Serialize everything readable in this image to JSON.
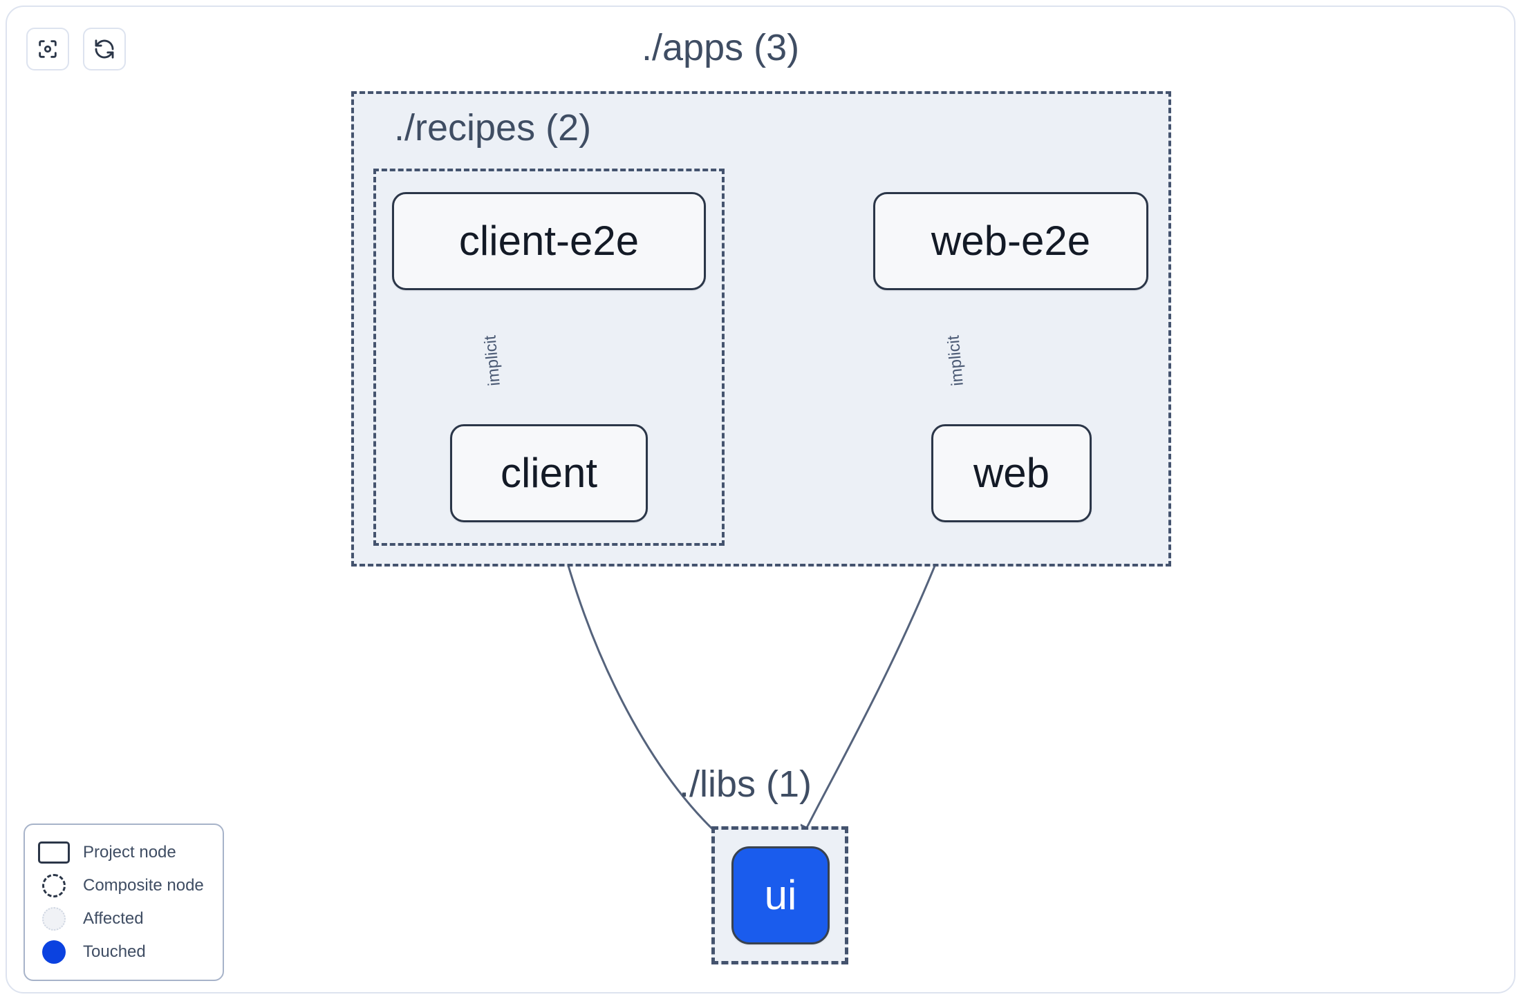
{
  "toolbar": {
    "buttons": [
      {
        "name": "focus-icon",
        "label": "Focus graph"
      },
      {
        "name": "refresh-icon",
        "label": "Refresh graph"
      }
    ]
  },
  "graph": {
    "groups": [
      {
        "id": "apps",
        "label": "./apps (3)",
        "count": 3
      },
      {
        "id": "recipes",
        "label": "./recipes (2)",
        "count": 2
      },
      {
        "id": "libs",
        "label": "./libs (1)",
        "count": 1
      }
    ],
    "nodes": [
      {
        "id": "client-e2e",
        "label": "client-e2e",
        "state": "project",
        "group": "recipes"
      },
      {
        "id": "client",
        "label": "client",
        "state": "project",
        "group": "recipes"
      },
      {
        "id": "web-e2e",
        "label": "web-e2e",
        "state": "project",
        "group": "apps"
      },
      {
        "id": "web",
        "label": "web",
        "state": "project",
        "group": "apps"
      },
      {
        "id": "ui",
        "label": "ui",
        "state": "touched",
        "group": "libs"
      }
    ],
    "edges": [
      {
        "from": "client-e2e",
        "to": "client",
        "label": "implicit"
      },
      {
        "from": "web-e2e",
        "to": "web",
        "label": "implicit"
      },
      {
        "from": "client",
        "to": "ui",
        "label": ""
      },
      {
        "from": "web",
        "to": "ui",
        "label": ""
      }
    ]
  },
  "legend": {
    "items": [
      {
        "key": "project",
        "label": "Project node"
      },
      {
        "key": "composite",
        "label": "Composite node"
      },
      {
        "key": "affected",
        "label": "Affected"
      },
      {
        "key": "touched",
        "label": "Touched"
      }
    ]
  },
  "colors": {
    "touched": "#0b42e0",
    "touched_node": "#1a5ced",
    "node_stroke": "#2b3648",
    "node_fill": "#f7f8fa",
    "group_fill": "#ecf0f6",
    "group_stroke": "#44536e",
    "edge": "#55637c",
    "text": "#3f4d63",
    "frame": "#dde3ef"
  }
}
